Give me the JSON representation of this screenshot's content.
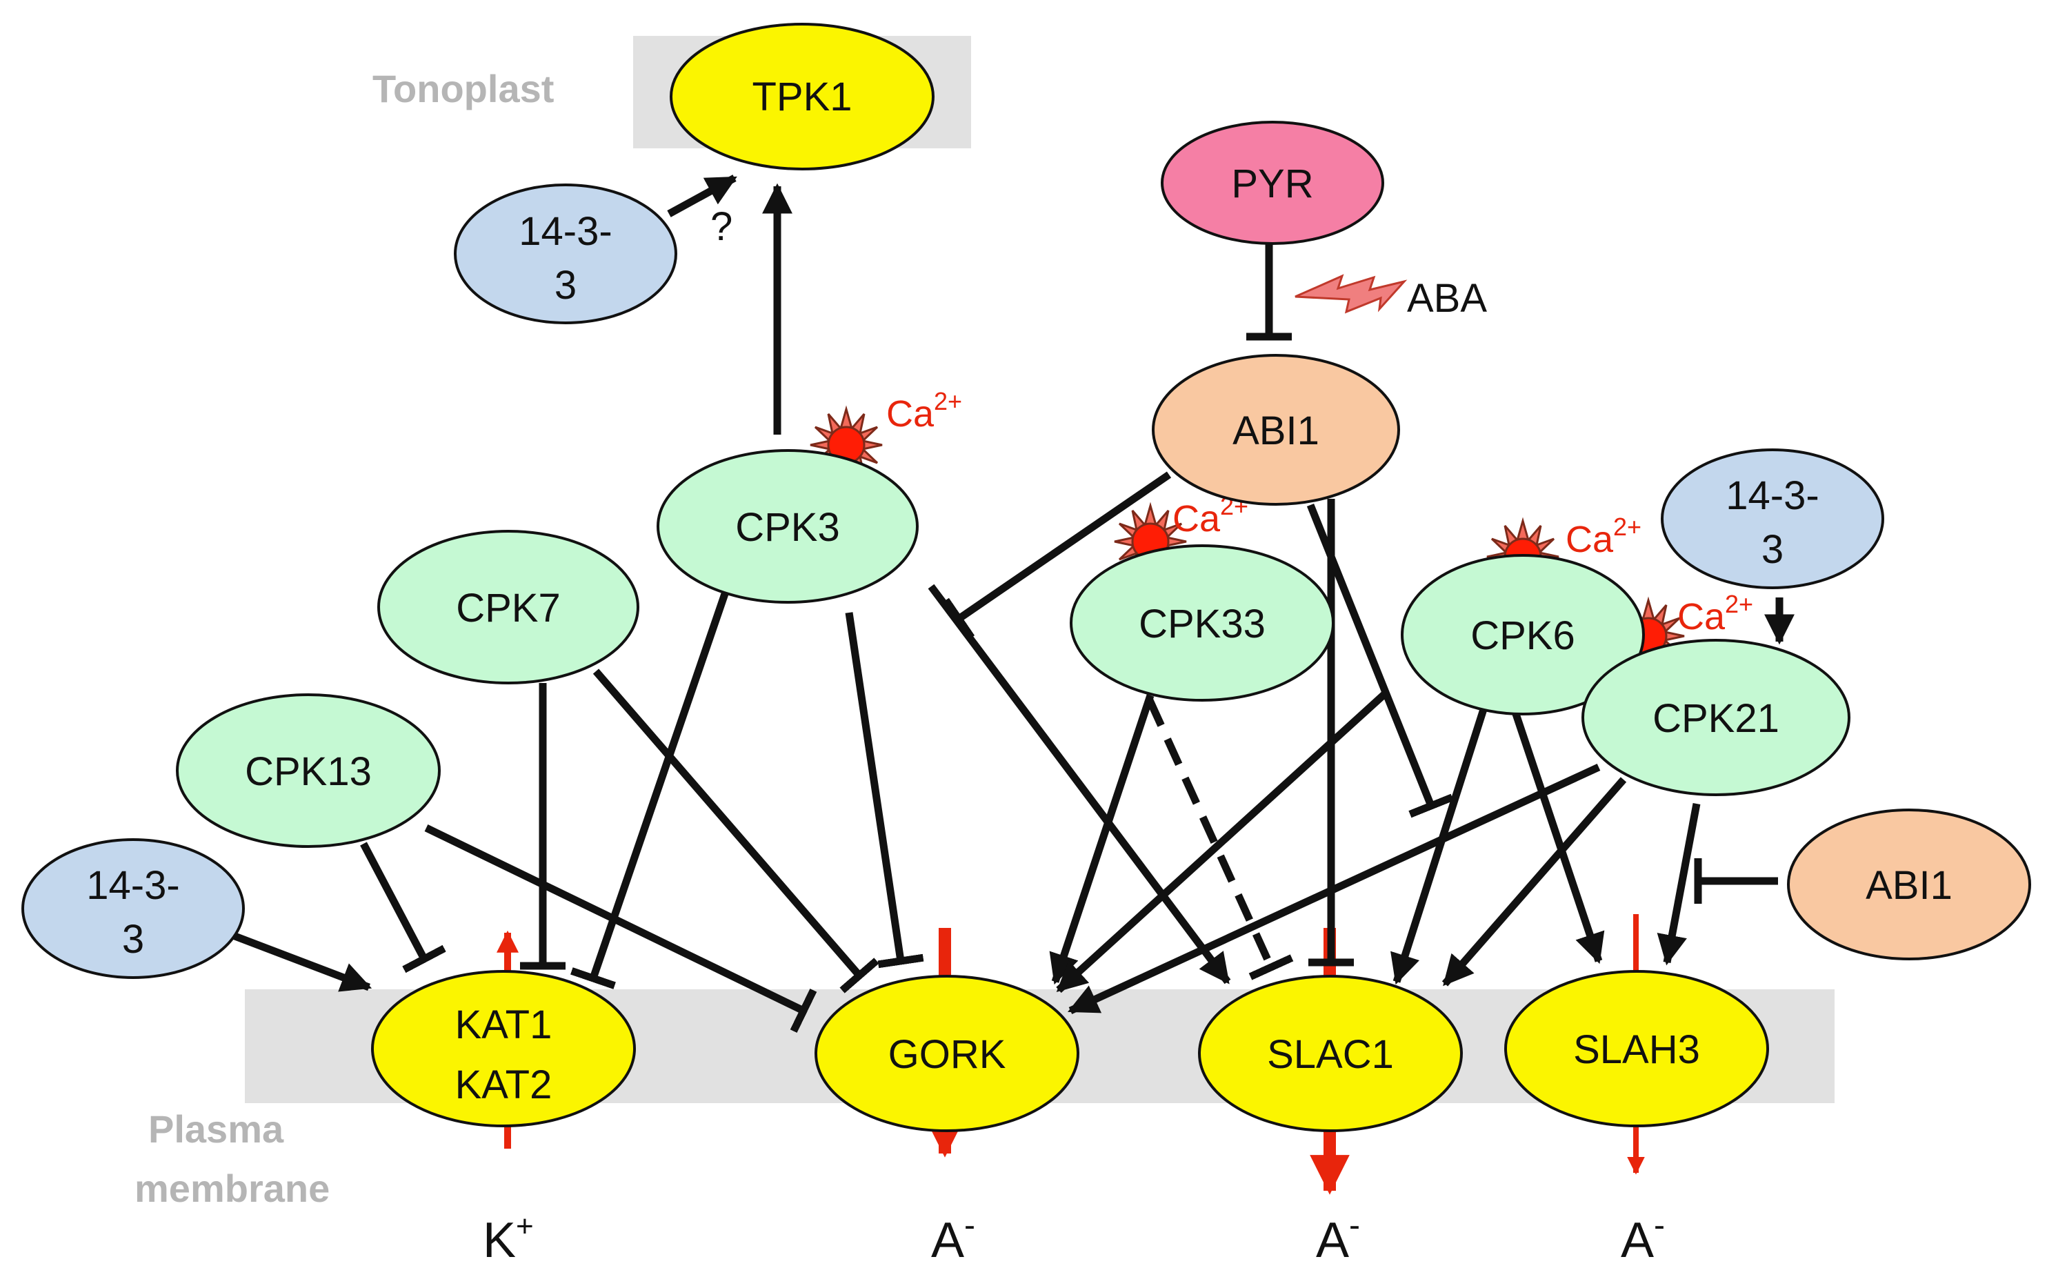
{
  "regions": {
    "tonoplast": "Tonoplast",
    "plasma_membrane_line1": "Plasma",
    "plasma_membrane_line2": "membrane"
  },
  "nodes": {
    "tpk1": "TPK1",
    "pyr": "PYR",
    "abi1_top": "ABI1",
    "abi1_right": "ABI1",
    "cpk3": "CPK3",
    "cpk7": "CPK7",
    "cpk13": "CPK13",
    "cpk33": "CPK33",
    "cpk6": "CPK6",
    "cpk21": "CPK21",
    "kat_line1": "KAT1",
    "kat_line2": "KAT2",
    "gork": "GORK",
    "slac1": "SLAC1",
    "slah3": "SLAH3",
    "p1433_top_line1": "14-3-",
    "p1433_top_line2": "3",
    "p1433_right_line1": "14-3-",
    "p1433_right_line2": "3",
    "p1433_left_line1": "14-3-",
    "p1433_left_line2": "3"
  },
  "labels": {
    "aba": "ABA",
    "question": "?",
    "ca_base": "Ca",
    "ca_charge": "2+"
  },
  "ions": {
    "potassium_base": "K",
    "potassium_charge": "+",
    "anion_base": "A",
    "anion_charge": "-"
  },
  "colors": {
    "channel": "#fbf500",
    "kinase": "#c5f9d3",
    "phosphatase": "#f9c8a1",
    "receptor": "#f57fa5",
    "protein_14_3_3": "#c3d7ed",
    "membrane": "#e1e1e1",
    "ion_flux": "#e8250c"
  }
}
